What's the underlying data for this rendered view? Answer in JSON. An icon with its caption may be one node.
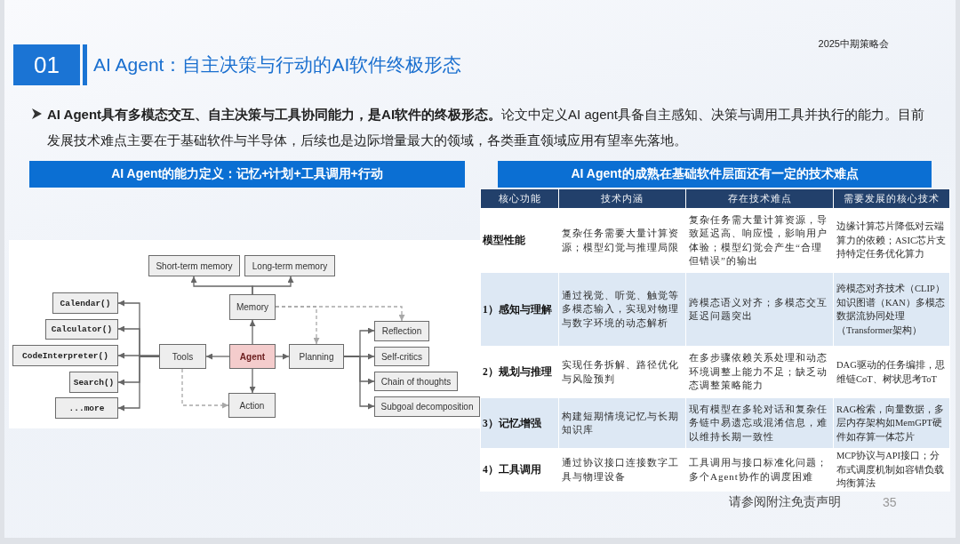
{
  "diagram": {
    "title": "AI Agent：自主决策与行动的AI软件终极形态",
    "nodes": [
      {
        "text": [
          "Short-term memory"
        ]
      },
      {
        "text": [
          "Long-term memory"
        ]
      },
      {
        "text": [
          "Calendar()"
        ]
      },
      {
        "text": [
          "Memory"
        ]
      },
      {
        "text": [
          "Calculator()"
        ]
      },
      {
        "text": [
          "Reflection"
        ]
      },
      {
        "text": [
          "CodeInterpreter()"
        ]
      },
      {
        "text": [
          "Tools"
        ]
      },
      {
        "text": [
          "Agent"
        ]
      },
      {
        "text": [
          "Planning"
        ]
      },
      {
        "text": [
          "Self-critics"
        ]
      },
      {
        "text": [
          "Search()"
        ]
      },
      {
        "text": [
          "Chain of thoughts"
        ]
      },
      {
        "text": [
          "...more"
        ]
      },
      {
        "text": [
          "Action"
        ]
      },
      {
        "text": [
          "Subgoal decomposition"
        ]
      }
    ],
    "edges": [
      {
        "from": 3,
        "to": 0,
        "arrow": "to"
      },
      {
        "from": 3,
        "to": 1,
        "arrow": "to"
      },
      {
        "from": 8,
        "to": 3,
        "arrow": "to"
      },
      {
        "from": 8,
        "to": 7,
        "arrow": "to"
      },
      {
        "from": 8,
        "to": 9,
        "arrow": "to"
      },
      {
        "from": 8,
        "to": 14,
        "arrow": "to"
      },
      {
        "from": 7,
        "to": 2,
        "arrow": "to"
      },
      {
        "from": 7,
        "to": 4,
        "arrow": "to"
      },
      {
        "from": 7,
        "to": 6,
        "arrow": "to"
      },
      {
        "from": 7,
        "to": 11,
        "arrow": "to"
      },
      {
        "from": 7,
        "to": 13,
        "arrow": "to"
      },
      {
        "from": 7,
        "to": 14,
        "arrow": "to",
        "style": "dashed",
        "color": "#a8a8a8"
      },
      {
        "from": 3,
        "to": 9,
        "arrow": "to",
        "style": "dashed",
        "color": "#a8a8a8"
      },
      {
        "from": 3,
        "to": 5,
        "arrow": "to",
        "style": "dashed",
        "color": "#a8a8a8"
      },
      {
        "from": 9,
        "to": 5,
        "arrow": "to"
      },
      {
        "from": 9,
        "to": 10,
        "arrow": "to"
      },
      {
        "from": 9,
        "to": 12,
        "arrow": "to"
      },
      {
        "from": 9,
        "to": 15,
        "arrow": "to"
      }
    ],
    "labels": [
      "2025中期策略会",
      "01",
      "**AI Agent具有多模态交互、自主决策与工具协同能力，是AI软件的终极形态。**论文中定义AI agent具备自主感知、决策与调用工具并执行的能力。目前发展技术难点主要在于基础软件与半导体，后续也是边际增量最大的领域，各类垂直领域应用有望率先落地。",
      "AI Agent的能力定义：记忆+计划+工具调用+行动",
      "AI Agent的成熟在基础软件层面还有一定的技术难点",
      "核心功能",
      "技术内涵",
      "存在技术难点",
      "需要发展的核心技术",
      "模型性能",
      "复杂任务需要大量计算资源；模型幻觉与推理局限",
      "复杂任务需大量计算资源，导致延迟高、响应慢，影响用户体验；模型幻觉会产生“合理但错误”的输出",
      "边缘计算芯片降低对云端算力的依赖；ASIC芯片支持特定任务优化算力",
      "1）感知与理解",
      "通过视觉、听觉、触觉等多模态输入，实现对物理与数字环境的动态解析",
      "跨模态语义对齐；多模态交互延迟问题突出",
      "跨模态对齐技术（CLIP）知识图谱（KAN）多模态数据流协同处理（Transformer架构）",
      "2）规划与推理",
      "实现任务拆解、路径优化与风险预判",
      "在多步骤依赖关系处理和动态环境调整上能力不足；缺乏动态调整策略能力",
      "DAG驱动的任务编排，思维链CoT、树状思考ToT",
      "3）记忆增强",
      "构建短期情境记忆与长期知识库",
      "现有模型在多轮对话和复杂任务链中易遗忘或混淆信息，难以维持长期一致性",
      "RAG检索，向量数据，多层内存架构如MemGPT硬件如存算一体芯片",
      "4）工具调用",
      "通过协议接口连接数字工具与物理设备",
      "工具调用与接口标准化问题；多个Agent协作的调度困难",
      "MCP协议与API接口；分布式调度机制如容错负载均衡算法",
      "请参阅附注免责声明",
      "35"
    ]
  }
}
